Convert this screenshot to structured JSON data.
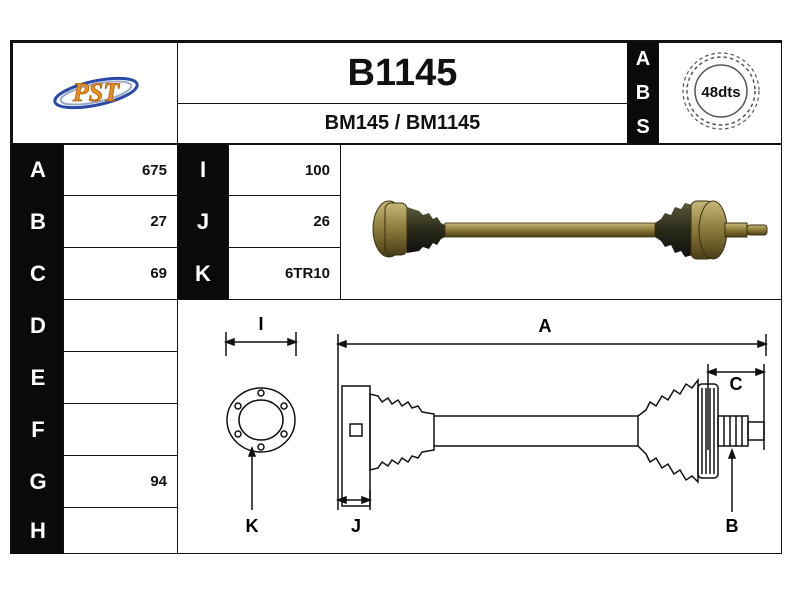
{
  "header": {
    "part_number": "B1145",
    "references": "BM145 / BM1145",
    "logo_text": "PST",
    "abs_letters": [
      "A",
      "B",
      "S"
    ],
    "abs_teeth": "48dts"
  },
  "dimensions": [
    {
      "label": "A",
      "value": "675"
    },
    {
      "label": "B",
      "value": "27"
    },
    {
      "label": "C",
      "value": "69"
    },
    {
      "label": "D",
      "value": ""
    },
    {
      "label": "E",
      "value": ""
    },
    {
      "label": "F",
      "value": ""
    },
    {
      "label": "G",
      "value": "94"
    },
    {
      "label": "H",
      "value": ""
    }
  ],
  "dimensions_right": [
    {
      "label": "I",
      "value": "100"
    },
    {
      "label": "J",
      "value": "26"
    },
    {
      "label": "K",
      "value": "6TR10"
    }
  ],
  "diagram_labels": {
    "I": "I",
    "A": "A",
    "C": "C",
    "K": "K",
    "J": "J",
    "B": "B"
  },
  "colors": {
    "cell_black": "#0a0a0a",
    "line": "#111111",
    "shaft_gold": "#8a7a3a",
    "logo_orange": "#e8901a",
    "logo_blue": "#2a4aa8"
  }
}
